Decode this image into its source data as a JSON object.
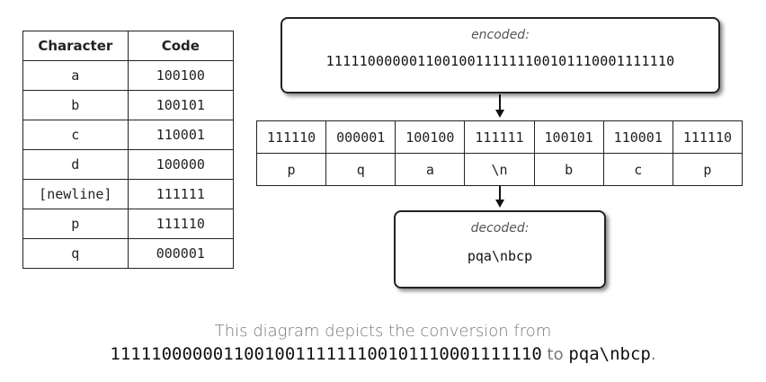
{
  "code_table": {
    "headers": [
      "Character",
      "Code"
    ],
    "rows": [
      [
        "a",
        "100100"
      ],
      [
        "b",
        "100101"
      ],
      [
        "c",
        "110001"
      ],
      [
        "d",
        "100000"
      ],
      [
        "[newline]",
        "111111"
      ],
      [
        "p",
        "111110"
      ],
      [
        "q",
        "000001"
      ]
    ]
  },
  "encoded": {
    "label": "encoded:",
    "value": "111110000001100100111111100101110001111110"
  },
  "segments": {
    "codes": [
      "111110",
      "000001",
      "100100",
      "111111",
      "100101",
      "110001",
      "111110"
    ],
    "chars": [
      "p",
      "q",
      "a",
      "\\n",
      "b",
      "c",
      "p"
    ]
  },
  "decoded": {
    "label": "decoded:",
    "value": "pqa\\nbcp"
  },
  "caption": {
    "line1": "This diagram depicts the conversion from",
    "from_value": "111110000001100100111111100101110001111110",
    "connector": "to",
    "to_value": "pqa\\nbcp",
    "end": "."
  }
}
